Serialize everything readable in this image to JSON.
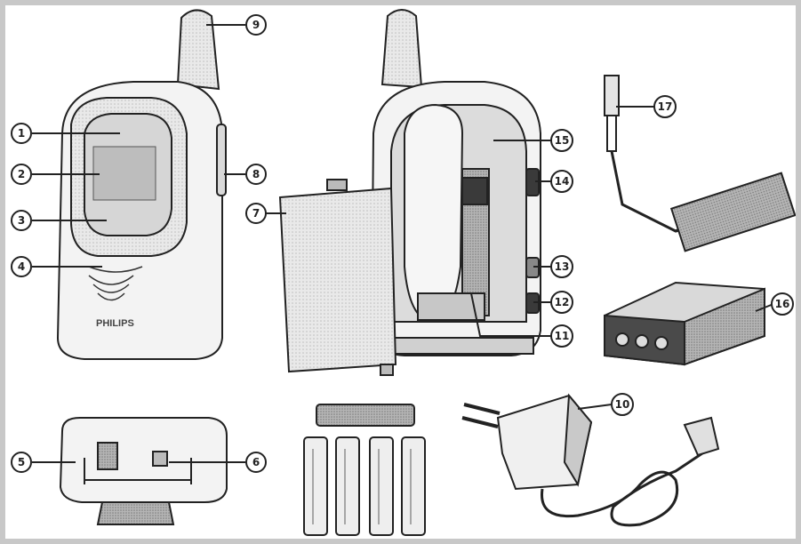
{
  "diagram": {
    "brand_text": "PHILIPS",
    "callouts": [
      "1",
      "2",
      "3",
      "4",
      "5",
      "6",
      "7",
      "8",
      "9",
      "10",
      "11",
      "12",
      "13",
      "14",
      "15",
      "16",
      "17"
    ]
  },
  "colors": {
    "frame": "#c8c8c8",
    "stroke": "#222222",
    "body_light": "#f3f3f3",
    "body_mid": "#d9d9d9",
    "body_dark": "#a9a9a9",
    "screen": "#cfcfcf",
    "dark": "#3a3a3a"
  }
}
